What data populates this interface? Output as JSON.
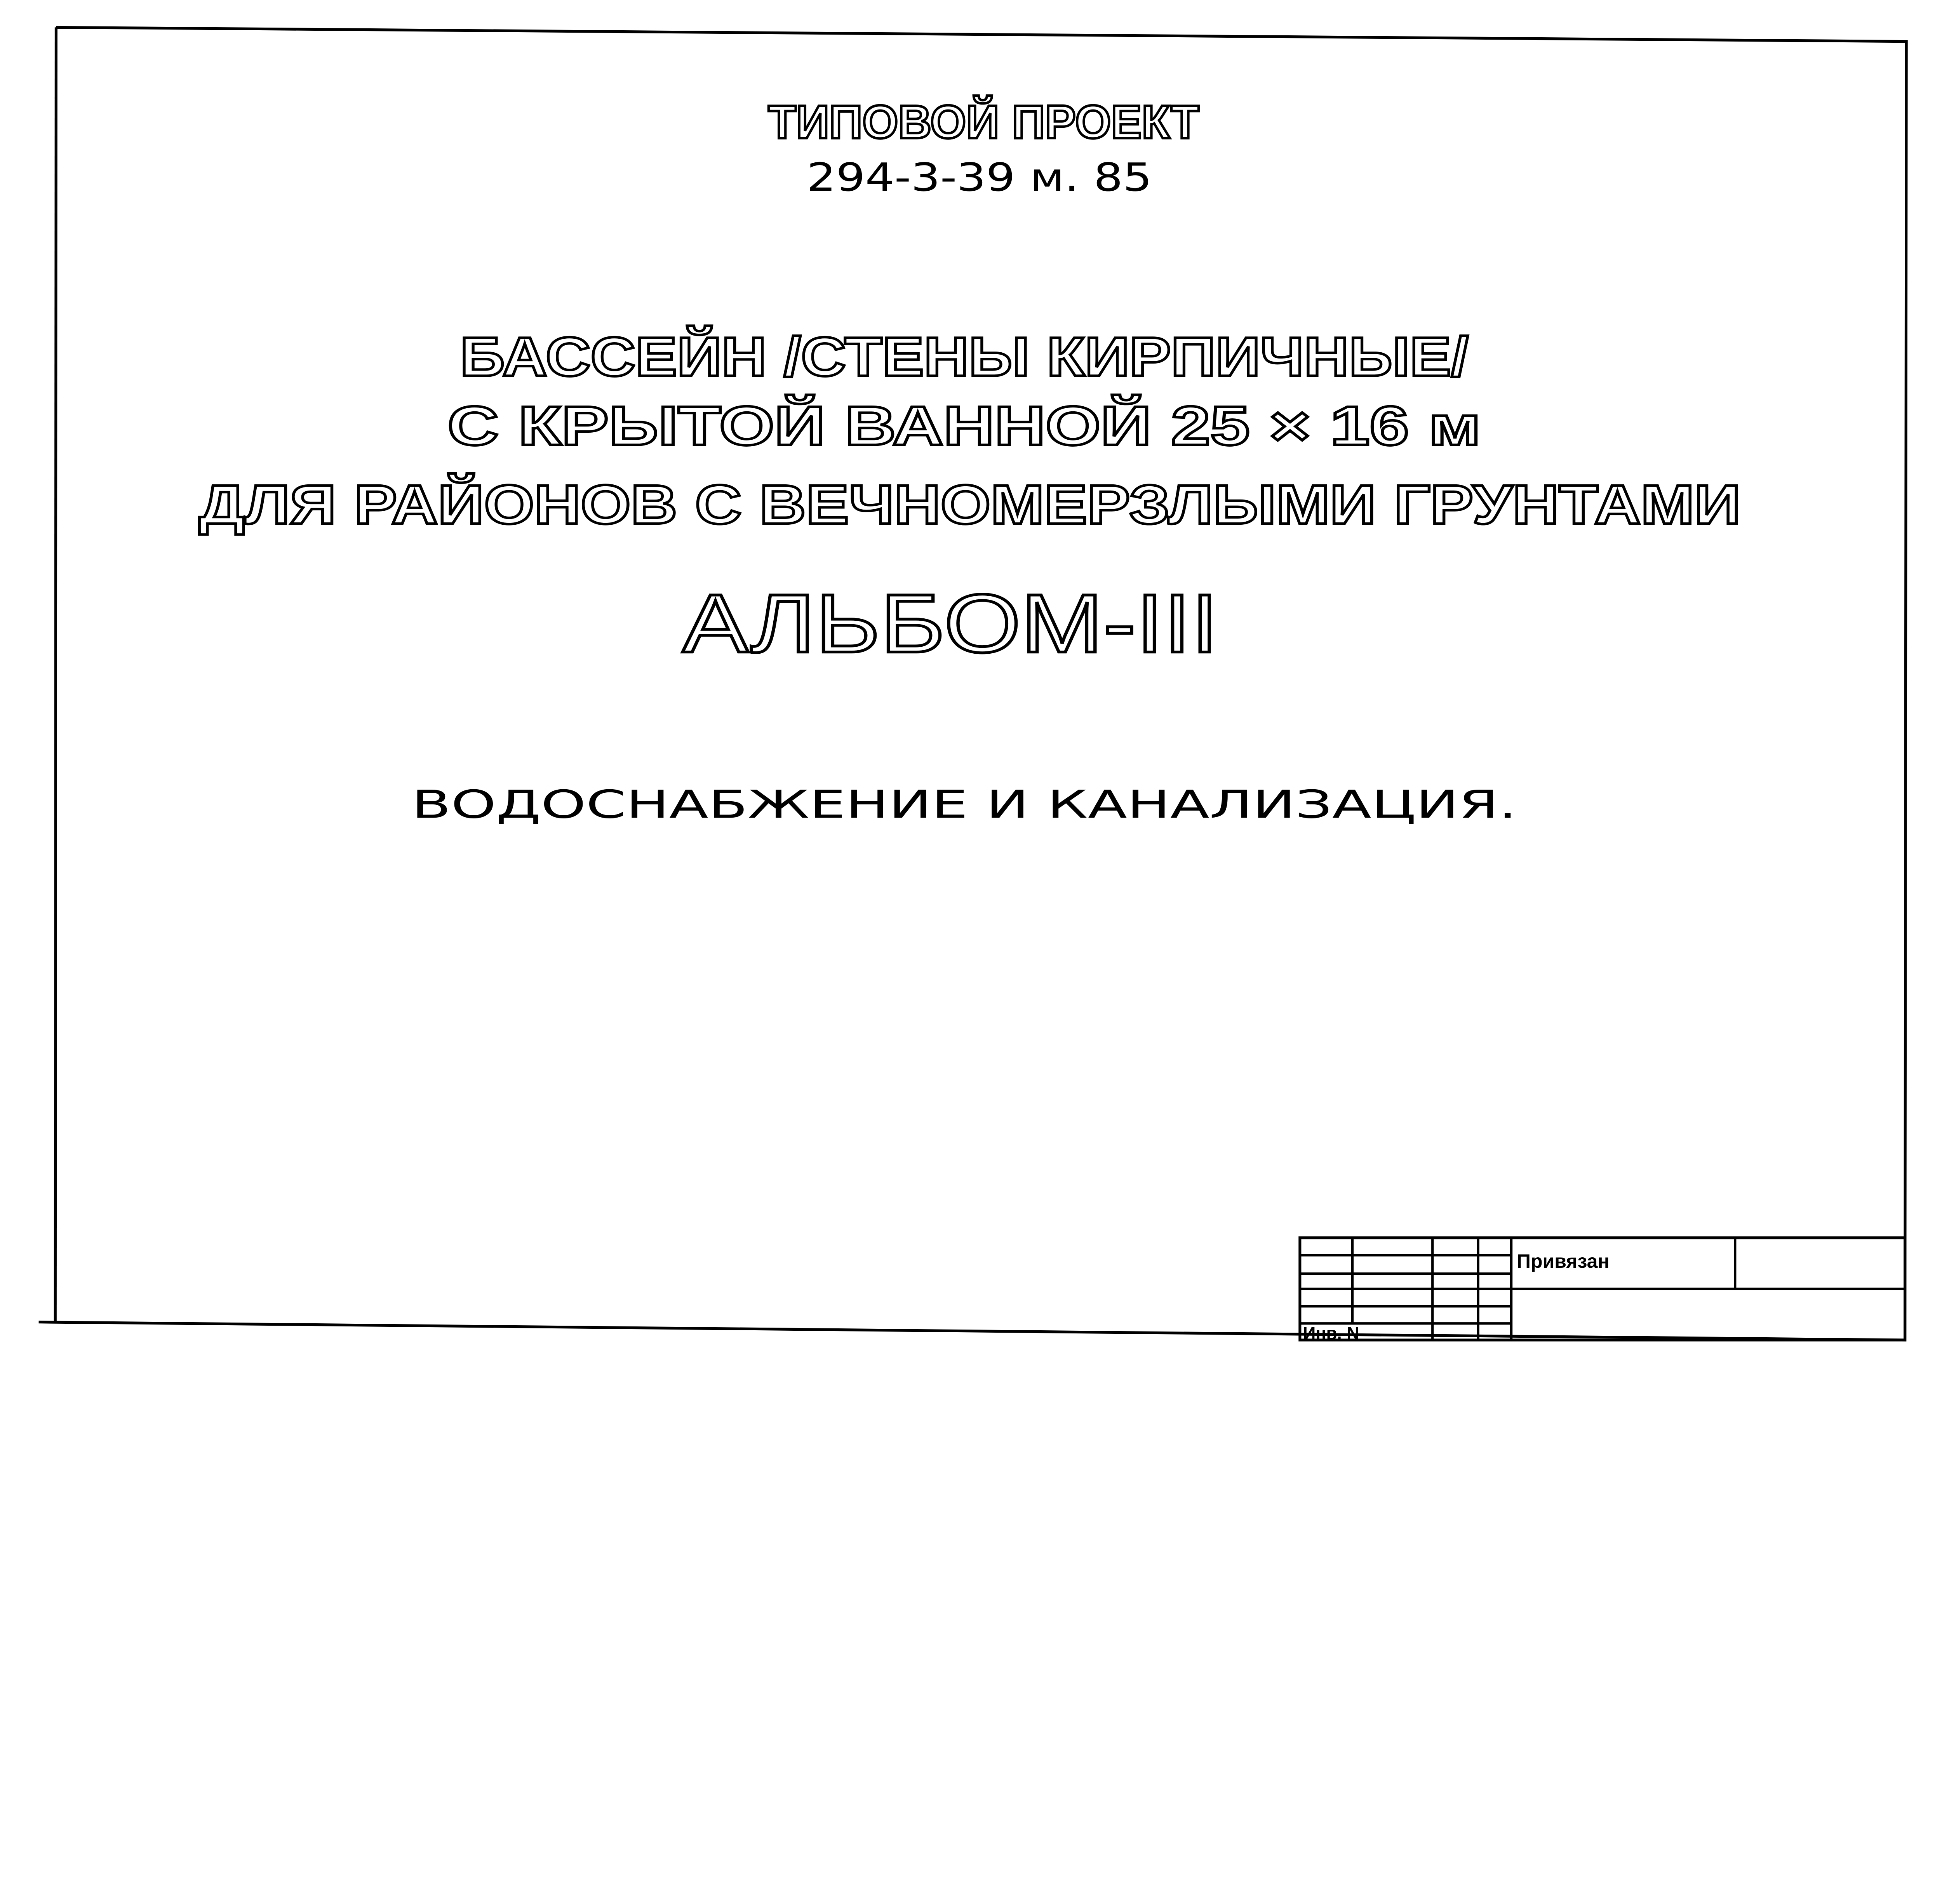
{
  "header": {
    "series_label": "ТИПОВОЙ ПРОЕКТ",
    "project_number": "294-3-39 м. 85"
  },
  "title": {
    "line1": "БАССЕЙН /СТЕНЫ КИРПИЧНЫЕ/",
    "line2": "С КРЫТОЙ ВАННОЙ 25 × 16 м",
    "line3": "ДЛЯ РАЙОНОВ С ВЕЧНОМЕРЗЛЫМИ ГРУНТАМИ"
  },
  "album": "АЛЬБОМ-III",
  "section": "ВОДОСНАБЖЕНИЕ И КАНАЛИЗАЦИЯ.",
  "stamp": {
    "bound_label": "Привязан",
    "inventory_label": "Инв. N"
  }
}
